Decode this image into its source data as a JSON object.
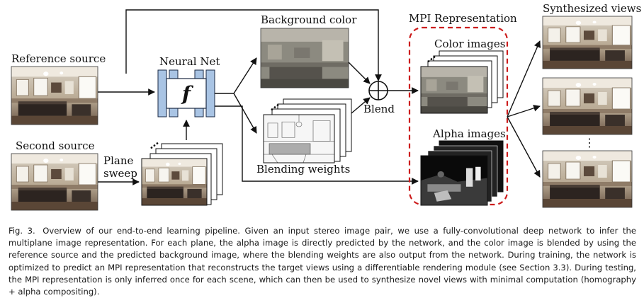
{
  "labels": {
    "reference_source": "Reference source",
    "second_source": "Second source",
    "plane_sweep_line1": "Plane",
    "plane_sweep_line2": "sweep",
    "neural_net": "Neural Net",
    "function_symbol": "f",
    "background_color": "Background color",
    "blending_weights": "Blending weights",
    "blend": "Blend",
    "mpi_representation": "MPI Representation",
    "color_images": "Color images",
    "alpha_images": "Alpha images",
    "synthesized_views": "Synthesized views",
    "ellipsis": "⋮"
  },
  "caption": {
    "figure_label": "Fig. 3.",
    "text": "Overview of our end-to-end learning pipeline. Given an input stereo image pair, we use a fully-convolutional deep network to infer the multiplane image representation. For each plane, the alpha image is directly predicted by the network, and the color image is blended by using the reference source and the predicted background image, where the blending weights are also output from the network. During training, the network is optimized to predict an MPI representation that reconstructs the target views using a differentiable rendering module (see Section 3.3). During testing, the MPI representation is only inferred once for each scene, which can then be used to synthesize novel views with minimal computation (homography + alpha compositing)."
  },
  "colors": {
    "net_block": "#a9c4e4",
    "net_border": "#1b2a44",
    "mpi_dashed_border": "#cc1c1c",
    "arrow": "#111111"
  }
}
